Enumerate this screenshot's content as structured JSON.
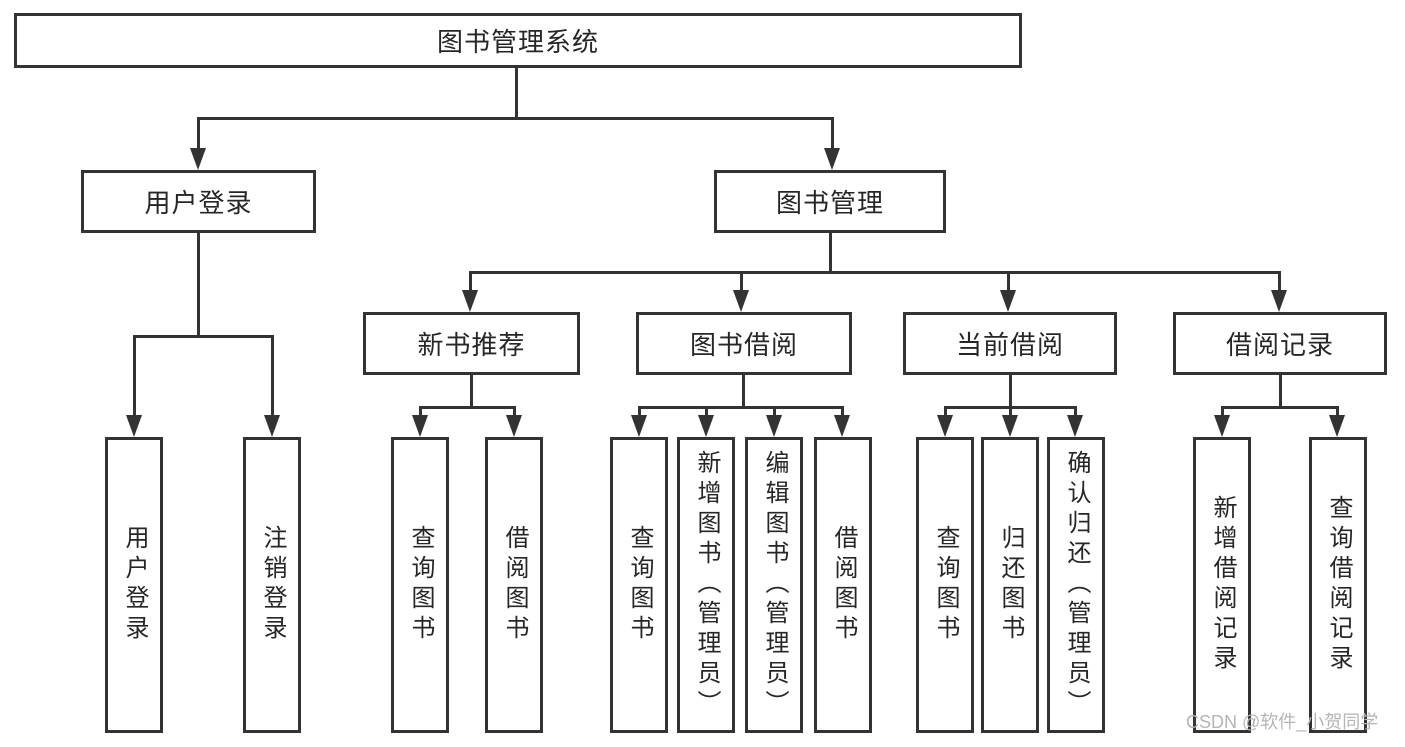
{
  "colors": {
    "line": "#333333",
    "text": "#262626",
    "background": "#ffffff",
    "watermark_color": "#b5b5b5"
  },
  "root": {
    "label": "图书管理系统"
  },
  "level2": [
    {
      "label": "用户登录"
    },
    {
      "label": "图书管理"
    }
  ],
  "level3": [
    {
      "label": "新书推荐"
    },
    {
      "label": "图书借阅"
    },
    {
      "label": "当前借阅"
    },
    {
      "label": "借阅记录"
    }
  ],
  "leaves": {
    "user_login": [
      {
        "label": "用户登录"
      },
      {
        "label": "注销登录"
      }
    ],
    "new_book_recommend": [
      {
        "label": "查询图书"
      },
      {
        "label": "借阅图书"
      }
    ],
    "book_borrow": [
      {
        "label": "查询图书"
      },
      {
        "label": "新增图书（管理员）"
      },
      {
        "label": "编辑图书（管理员）"
      },
      {
        "label": "借阅图书"
      }
    ],
    "current_borrow": [
      {
        "label": "查询图书"
      },
      {
        "label": "归还图书"
      },
      {
        "label": "确认归还（管理员）"
      }
    ],
    "borrow_records": [
      {
        "label": "新增借阅记录"
      },
      {
        "label": "查询借阅记录"
      }
    ]
  },
  "watermark": {
    "text": "CSDN @软件_小贺同学"
  }
}
